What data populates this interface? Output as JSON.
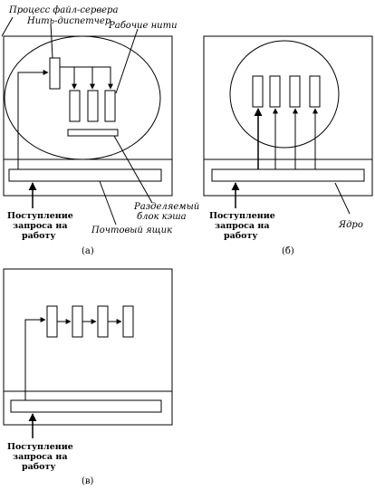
{
  "labels": {
    "file_server_process": "Процесс файл-сервера",
    "dispatcher_thread": "Нить-диспетчер",
    "worker_threads": "Рабочие нити",
    "shared_cache_line1": "Разделяемый",
    "shared_cache_line2": "блок кэша",
    "mailbox": "Почтовый ящик",
    "kernel": "Ядро",
    "request_line1": "Поступление",
    "request_line2": "запроса на",
    "request_line3": "работу",
    "caption_a": "(а)",
    "caption_b": "(б)",
    "caption_c": "(в)"
  }
}
